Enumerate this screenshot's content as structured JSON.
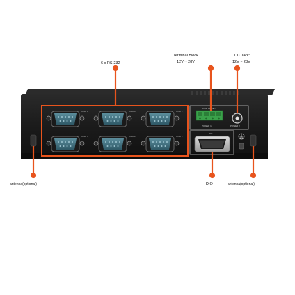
{
  "callouts": {
    "rs232": "6 x RS-232",
    "terminal_block_title": "Terminal Block",
    "terminal_block_voltage": "12V ~ 28V",
    "dc_jack_title": "DC Jack:",
    "dc_jack_voltage": "12V ~ 28V",
    "antenna_left": "antenna(optional)",
    "dio": "DIO",
    "antenna_right": "antenna(optional)"
  },
  "panel": {
    "com_labels": [
      "COM 6",
      "COM 4",
      "COM 2",
      "COM 5",
      "COM 3",
      "COM 1"
    ],
    "dc_in_label": "DC IN 12~28V",
    "power1_label": "POWER 1",
    "power2_label": "POWER 2",
    "dio_label": "DIO"
  },
  "colors": {
    "callout_orange": "#e8541d",
    "chassis": "#1f1f1f",
    "db9_port": "#3d6e7c",
    "terminal_green": "#3aa14a"
  }
}
